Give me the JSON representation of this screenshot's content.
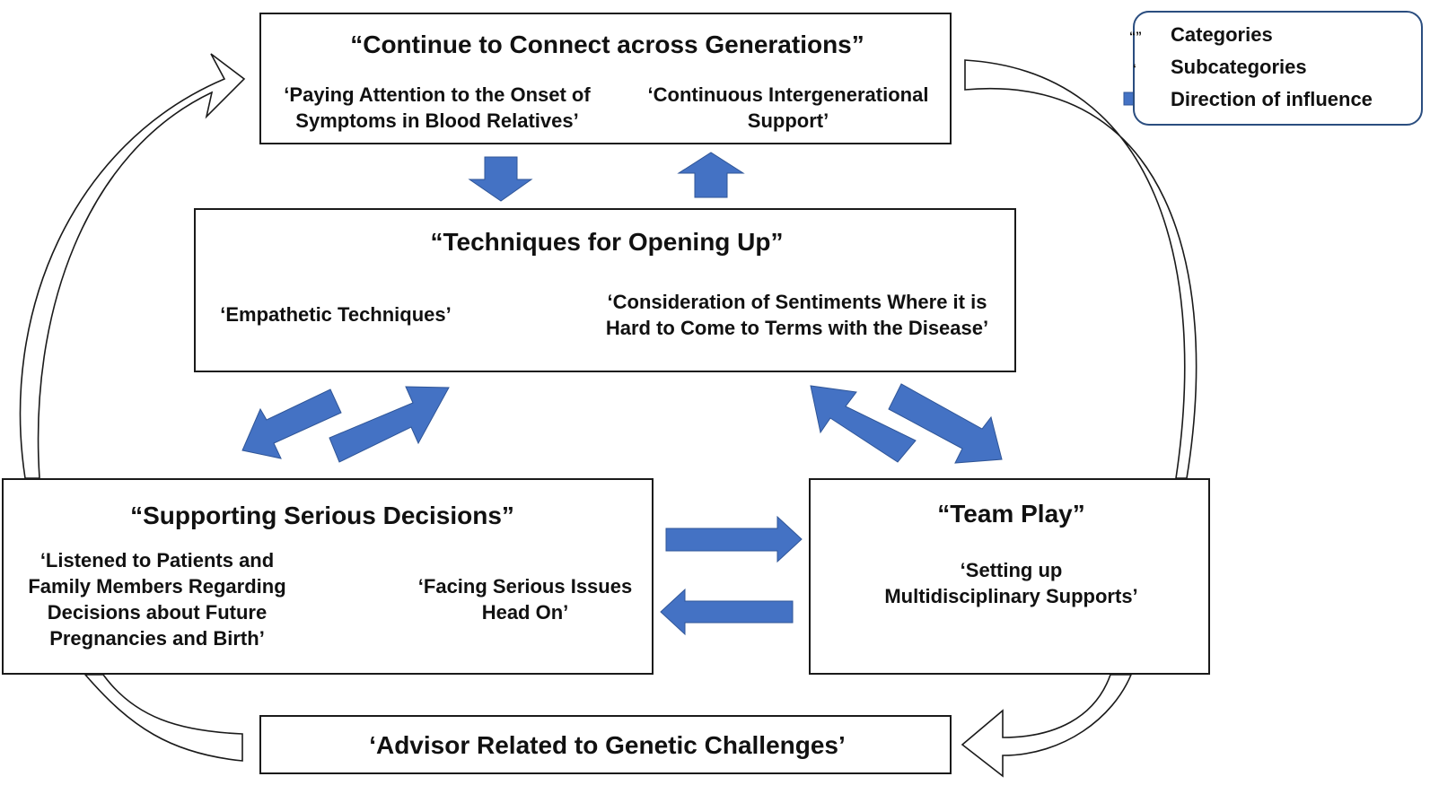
{
  "categories": {
    "connect": {
      "title": "“Continue to Connect across Generations”",
      "sub_left": [
        "‘Paying Attention to the Onset of",
        "Symptoms in Blood Relatives’"
      ],
      "sub_right": [
        "‘Continuous Intergenerational",
        "Support’"
      ]
    },
    "techniques": {
      "title": "“Techniques for Opening Up”",
      "sub_left": [
        "‘Empathetic Techniques’"
      ],
      "sub_right": [
        "‘Consideration of Sentiments Where it is",
        "Hard to Come to Terms with the Disease’"
      ]
    },
    "decisions": {
      "title": "“Supporting Serious Decisions”",
      "sub_left": [
        "‘Listened to Patients and",
        "Family Members Regarding",
        "Decisions about Future",
        "Pregnancies and Birth’"
      ],
      "sub_right": [
        "‘Facing Serious Issues",
        "Head On’"
      ]
    },
    "team": {
      "title": "“Team Play”",
      "sub": [
        "‘Setting up",
        "Multidisciplinary Supports’"
      ]
    },
    "advisor": {
      "title": "‘Advisor Related to Genetic Challenges’"
    }
  },
  "legend": {
    "categories_symbol": "“”",
    "categories_label": "Categories",
    "subcategories_symbol": "‘",
    "subcategories_label": "Subcategories",
    "direction_label": "Direction of influence"
  },
  "colors": {
    "arrow_fill": "#4472c4",
    "arrow_stroke": "#2f5597",
    "border": "#1a1a1a",
    "legend_border": "#2a4d7f"
  }
}
